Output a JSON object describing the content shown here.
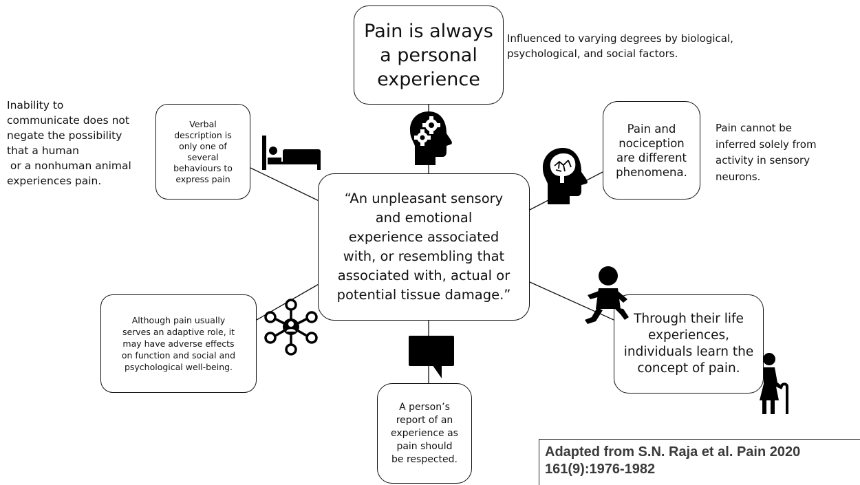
{
  "center": {
    "lines": [
      "“An unpleasant sensory",
      "and emotional",
      "experience associated",
      "with, or resembling that",
      "associated with, actual or",
      "potential tissue damage.”"
    ]
  },
  "top_box": {
    "lines": [
      "Pain is always",
      "a personal",
      "experience"
    ]
  },
  "top_note": {
    "lines": [
      "Influenced to varying degrees by biological,",
      "psychological, and social factors."
    ]
  },
  "left_box": {
    "lines": [
      "Verbal",
      "description is",
      "only one of",
      "several",
      "behaviours to",
      "express pain"
    ]
  },
  "left_note": {
    "lines": [
      "Inability to",
      "communicate does not",
      "negate the possibility",
      "that a human",
      " or a nonhuman animal",
      "experiences pain."
    ]
  },
  "right_box": {
    "lines": [
      "Pain and",
      "nociception",
      "are different",
      "phenomena."
    ]
  },
  "right_note": {
    "lines": [
      "Pain cannot be",
      "inferred solely from",
      "activity in sensory",
      "neurons."
    ]
  },
  "lower_left_box": {
    "lines": [
      "Although pain usually",
      "serves an adaptive role, it",
      "may have adverse effects",
      "on function and social and",
      "psychological well-being."
    ]
  },
  "bottom_box": {
    "lines": [
      "A person’s",
      "report of an",
      "experience as",
      "pain should",
      "be respected."
    ]
  },
  "lower_right_box": {
    "lines": [
      "Through their life",
      "experiences,",
      "individuals learn the",
      "concept of pain."
    ]
  },
  "citation": {
    "lines": [
      "Adapted from S.N. Raja et al. Pain 2020",
      "161(9):1976-1982"
    ]
  },
  "icons": [
    "head-gears-icon",
    "person-in-bed-icon",
    "head-brain-icon",
    "social-network-icon",
    "speech-bubble-icon",
    "baby-icon",
    "elderly-person-with-cane-icon"
  ]
}
